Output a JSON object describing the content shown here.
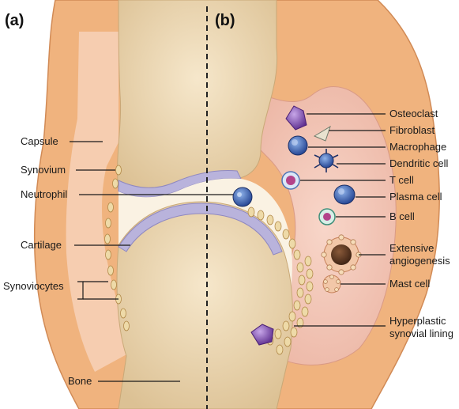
{
  "panels": {
    "left": "(a)",
    "right": "(b)"
  },
  "labels_left": {
    "capsule": "Capsule",
    "synovium": "Synovium",
    "neutrophil": "Neutrophil",
    "cartilage": "Cartilage",
    "synoviocytes": "Synoviocytes",
    "bone": "Bone"
  },
  "labels_right": {
    "osteoclast": "Osteoclast",
    "fibroblast": "Fibroblast",
    "macrophage": "Macrophage",
    "dendritic_cell": "Dendritic cell",
    "t_cell": "T cell",
    "plasma_cell": "Plasma cell",
    "b_cell": "B cell",
    "angiogenesis_line1": "Extensive",
    "angiogenesis_line2": "angiogenesis",
    "mast_cell": "Mast cell",
    "lining_line1": "Hyperplastic",
    "lining_line2": "synovial lining"
  },
  "colors": {
    "bone": "#e8d3ad",
    "capsule": "#f0b37e",
    "synovium": "#f6cdb0",
    "inflamed_synovium": "#f4c6b9",
    "cartilage": "#b9b3dc",
    "joint_space": "#faf2e3",
    "divider": "#222222"
  }
}
